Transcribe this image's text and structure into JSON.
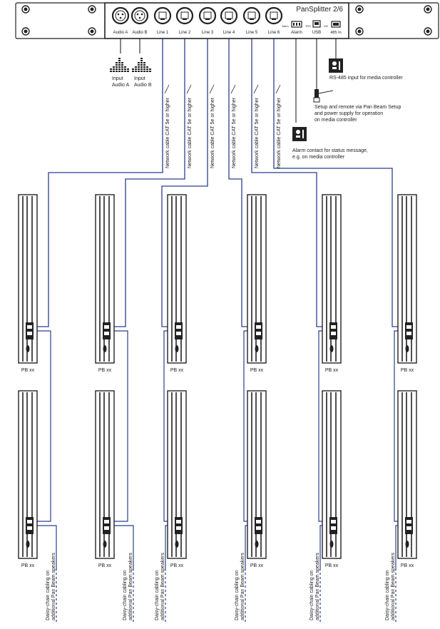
{
  "device": {
    "title": "PanSplitter 2/6",
    "inputs": [
      "Audio A",
      "Audio B"
    ],
    "lines": [
      "Line 1",
      "Line 2",
      "Line 3",
      "Line 4",
      "Line 5",
      "Line 6"
    ],
    "alarm_label": "Alarm",
    "usb_label": "USB",
    "rs485_label": "485 In",
    "small_marks": [
      "Alarm",
      "TRG",
      "24V"
    ]
  },
  "audio_inputs": [
    {
      "line1": "Input",
      "line2": "Audio A"
    },
    {
      "line1": "Input",
      "line2": "Audio B"
    }
  ],
  "cable_label": "Network cable CAT 5e or higher",
  "annotations": {
    "rs485": "RS-485 input for media controller",
    "usb": [
      "Setup and remote via Pan Beam Setup",
      "and power supply for operation",
      "on media controller"
    ],
    "alarm": [
      "Alarm contact for status message,",
      "e.g. on media controller"
    ]
  },
  "speaker_label": "PB xx",
  "daisy_label": [
    "Daisy-chain cabling on",
    "additional Pan Beam speakers"
  ],
  "colors": {
    "cable": "#2a3f8f",
    "ink": "#222222"
  }
}
